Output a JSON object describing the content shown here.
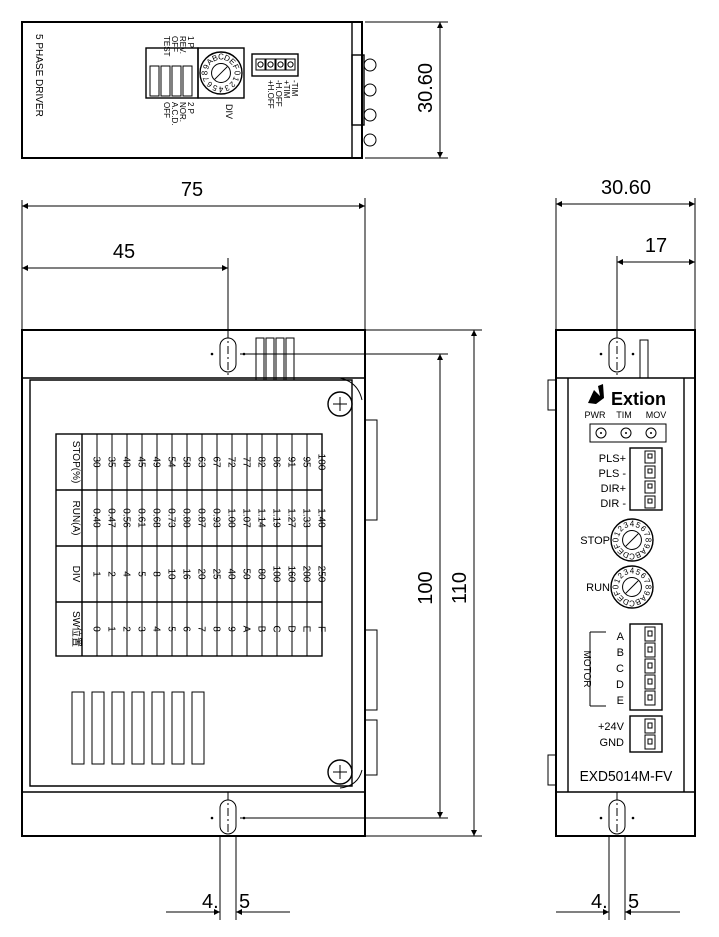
{
  "dimensions": {
    "top_height": "30.60",
    "front_width": "75",
    "front_inner": "45",
    "front_height_inner": "100",
    "front_height_outer": "110",
    "side_width": "30.60",
    "side_inner": "17",
    "slot_left_a": "4.",
    "slot_left_b": "5",
    "slot_right_a": "4.",
    "slot_right_b": "5"
  },
  "top_view": {
    "side_label": "5 PHASE DRIVER",
    "dip_top": [
      "1 P",
      "REV.",
      "OFF",
      "TEST"
    ],
    "dip_bottom": [
      "2 P",
      "NOR.",
      "A.C.D.",
      "OFF"
    ],
    "rotary_chars": "89ABCDEF01234567",
    "div_label": "DIV",
    "connector_labels": [
      "-TIM",
      "+TIM",
      "-H.OFF",
      "+H.OFF"
    ]
  },
  "table": {
    "headers": [
      "SW位置",
      "DIV",
      "RUN(A)",
      "STOP(%)"
    ],
    "rows": [
      [
        "0",
        "1",
        "0.40",
        "30"
      ],
      [
        "1",
        "2",
        "0.47",
        "35"
      ],
      [
        "2",
        "4",
        "0.56",
        "40"
      ],
      [
        "3",
        "5",
        "0.61",
        "45"
      ],
      [
        "4",
        "8",
        "0.68",
        "49"
      ],
      [
        "5",
        "10",
        "0.73",
        "54"
      ],
      [
        "6",
        "16",
        "0.80",
        "58"
      ],
      [
        "7",
        "20",
        "0.87",
        "63"
      ],
      [
        "8",
        "25",
        "0.93",
        "67"
      ],
      [
        "9",
        "40",
        "1.00",
        "72"
      ],
      [
        "A",
        "50",
        "1.07",
        "77"
      ],
      [
        "B",
        "80",
        "1.14",
        "82"
      ],
      [
        "C",
        "100",
        "1.19",
        "86"
      ],
      [
        "D",
        "160",
        "1.27",
        "91"
      ],
      [
        "E",
        "200",
        "1.33",
        "95"
      ],
      [
        "F",
        "250",
        "1.40",
        "100"
      ]
    ]
  },
  "side_view": {
    "brand": "Extion",
    "leds": [
      "PWR",
      "TIM",
      "MOV"
    ],
    "io_labels": [
      "PLS+",
      "PLS -",
      "DIR+",
      "DIR -"
    ],
    "stop_label": "STOP",
    "run_label": "RUN",
    "rotary_chars": "0123456789ABCDEF",
    "motor_label": "MOTOR",
    "motor_pins": [
      "A",
      "B",
      "C",
      "D",
      "E"
    ],
    "power_labels": [
      "+24V",
      "GND"
    ],
    "model": "EXD5014M-FV"
  }
}
